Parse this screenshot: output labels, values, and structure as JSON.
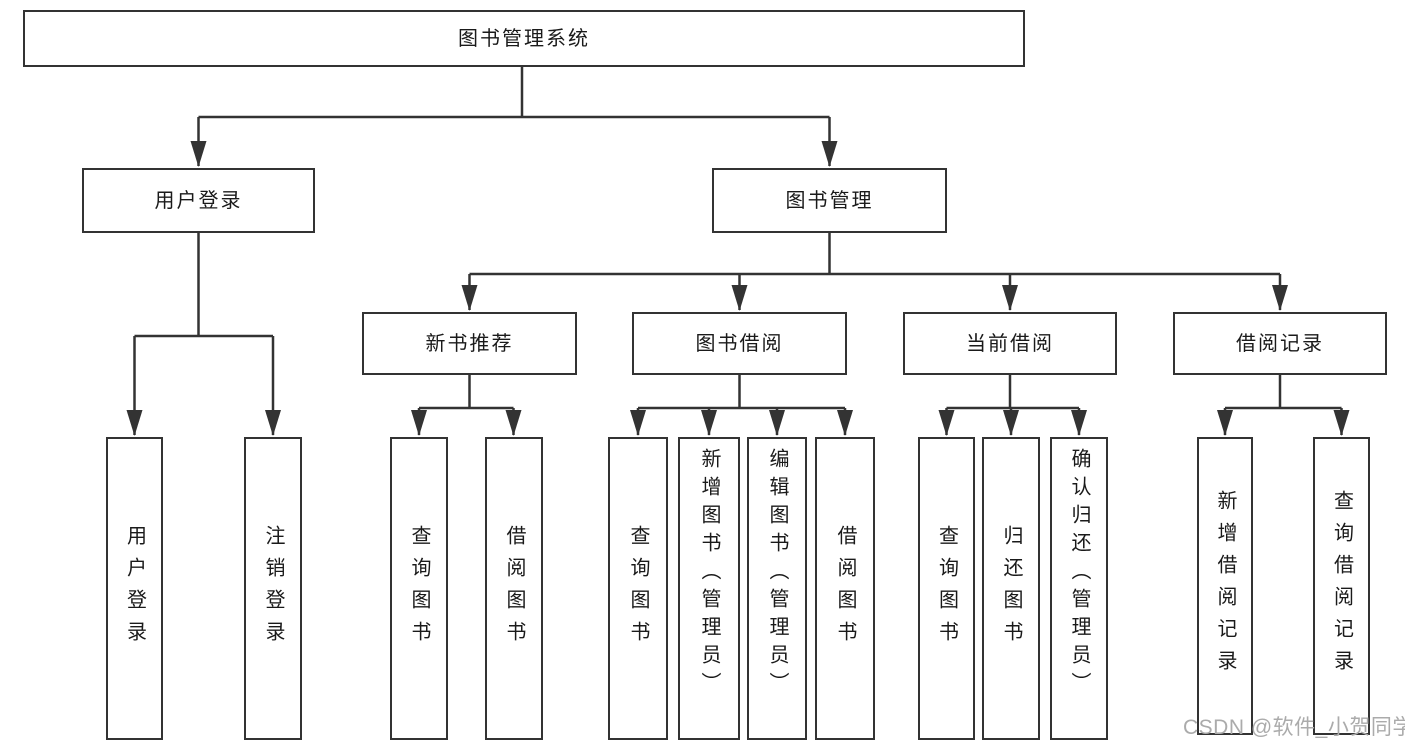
{
  "root": {
    "label": "图书管理系统"
  },
  "user_login": {
    "label": "用户登录",
    "children": [
      {
        "label": "用户登录"
      },
      {
        "label": "注销登录"
      }
    ]
  },
  "book_management": {
    "label": "图书管理",
    "sections": [
      {
        "label": "新书推荐",
        "children": [
          {
            "label": "查询图书"
          },
          {
            "label": "借阅图书"
          }
        ]
      },
      {
        "label": "图书借阅",
        "children": [
          {
            "label": "查询图书"
          },
          {
            "label": "新增图书（管理员）"
          },
          {
            "label": "编辑图书（管理员）"
          },
          {
            "label": "借阅图书"
          }
        ]
      },
      {
        "label": "当前借阅",
        "children": [
          {
            "label": "查询图书"
          },
          {
            "label": "归还图书"
          },
          {
            "label": "确认归还（管理员）"
          }
        ]
      },
      {
        "label": "借阅记录",
        "children": [
          {
            "label": "新增借阅记录"
          },
          {
            "label": "查询借阅记录"
          }
        ]
      }
    ]
  },
  "watermark": {
    "text": "CSDN @软件_小贺同学"
  },
  "colors": {
    "background": "#ffffff",
    "line": "#333333",
    "border": "#333333",
    "text": "#1a1a1a",
    "watermark": "#ababab"
  }
}
